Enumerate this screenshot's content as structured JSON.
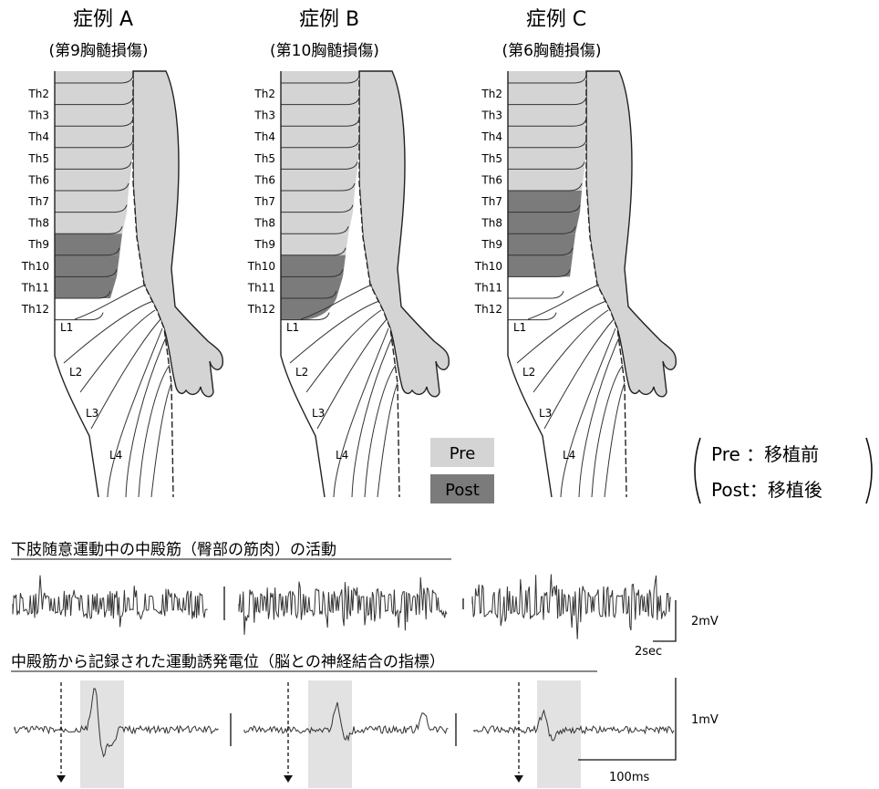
{
  "cases": [
    {
      "title": "症例 A",
      "subtitle": "(第9胸髄損傷)",
      "pre_levels": [
        "Th2",
        "Th3",
        "Th4",
        "Th5",
        "Th6",
        "Th7",
        "Th8"
      ],
      "post_levels": [
        "Th9",
        "Th10",
        "Th11"
      ]
    },
    {
      "title": "症例 B",
      "subtitle": "(第10胸髄損傷)",
      "pre_levels": [
        "Th2",
        "Th3",
        "Th4",
        "Th5",
        "Th6",
        "Th7",
        "Th8",
        "Th9"
      ],
      "post_levels": [
        "Th10",
        "Th11",
        "Th12"
      ]
    },
    {
      "title": "症例 C",
      "subtitle": "(第6胸髄損傷)",
      "pre_levels": [
        "Th2",
        "Th3",
        "Th4",
        "Th5",
        "Th6"
      ],
      "post_levels": [
        "Th7",
        "Th8",
        "Th9",
        "Th10"
      ]
    }
  ],
  "segment_labels": [
    "Th2",
    "Th3",
    "Th4",
    "Th5",
    "Th6",
    "Th7",
    "Th8",
    "Th9",
    "Th10",
    "Th11",
    "Th12"
  ],
  "lumbar_labels": [
    "L1",
    "L2",
    "L3",
    "L4"
  ],
  "legend": {
    "pre": "Pre",
    "post": "Post",
    "pre_def": "Pre ：移植前",
    "post_def": "Post：移植後",
    "pre_color": "#d4d4d4",
    "post_color": "#7b7b7b"
  },
  "emg": {
    "title": "下肢随意運動中の中殿筋（臀部の筋肉）の活動",
    "scale_amp": "2mV",
    "scale_time": "2sec"
  },
  "mep": {
    "title": "中殿筋から記録された運動誘発電位（脳との神経結合の指標）",
    "scale_amp": "1mV",
    "scale_time": "100ms"
  }
}
